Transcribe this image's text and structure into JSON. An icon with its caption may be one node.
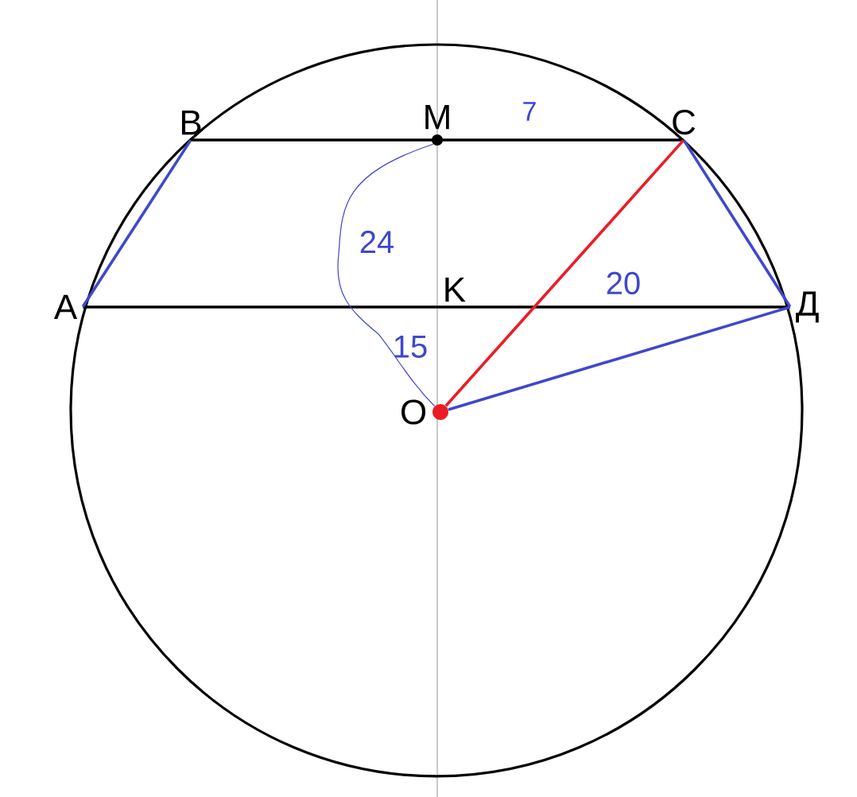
{
  "diagram": {
    "nodes": [
      {
        "text": [
          "A"
        ]
      },
      {
        "text": [
          "B"
        ]
      },
      {
        "text": [
          "M"
        ]
      },
      {
        "text": [
          "C"
        ]
      },
      {
        "text": [
          "K"
        ]
      },
      {
        "text": [
          "Д"
        ]
      },
      {
        "text": [
          "O"
        ]
      }
    ],
    "edges": [
      {
        "from": 1,
        "to": 3,
        "arrow": "none",
        "color": "#000000"
      },
      {
        "from": 0,
        "to": 5,
        "arrow": "none",
        "color": "#000000"
      },
      {
        "from": 0,
        "to": 1,
        "arrow": "none",
        "color": "#3f48cc"
      },
      {
        "from": 3,
        "to": 5,
        "arrow": "none",
        "color": "#3f48cc"
      },
      {
        "from": 6,
        "to": 3,
        "arrow": "none",
        "color": "#ed1c24"
      },
      {
        "from": 6,
        "to": 5,
        "arrow": "none",
        "color": "#3f48cc"
      },
      {
        "from": 2,
        "to": 6,
        "arrow": "none",
        "color": "#3f48cc"
      }
    ],
    "labels": [
      "7",
      "24",
      "20",
      "15"
    ]
  }
}
